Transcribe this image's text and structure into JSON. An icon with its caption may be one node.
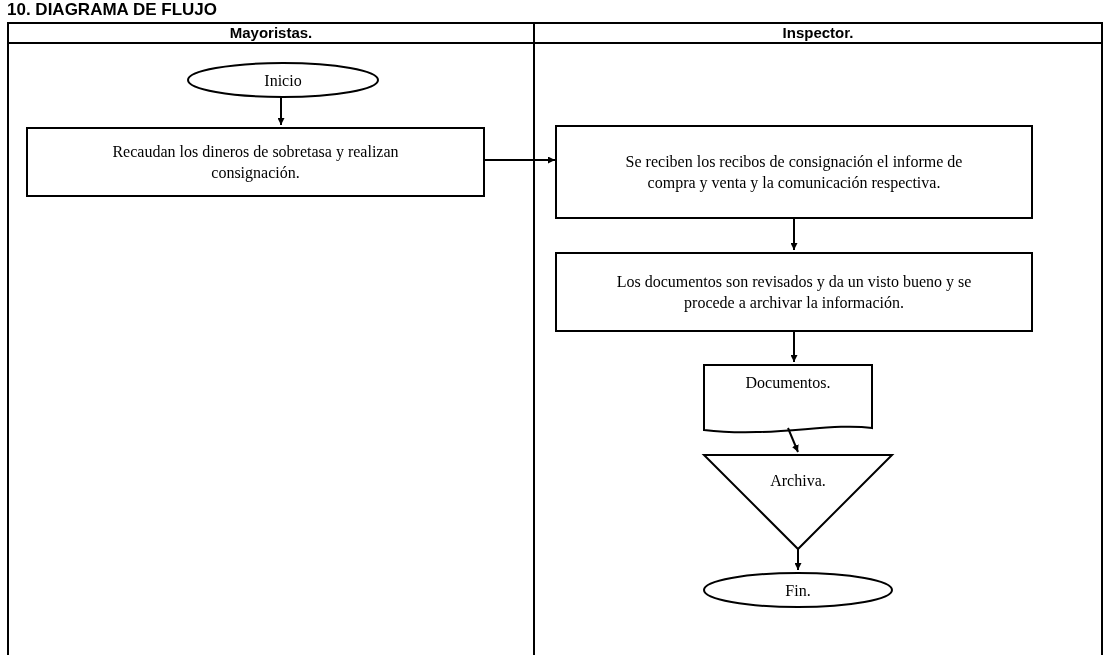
{
  "diagram": {
    "title": "10. DIAGRAMA DE FLUJO",
    "nodes": [
      {
        "text": [
          "Mayoristas."
        ]
      },
      {
        "text": [
          "Inspector."
        ]
      },
      {
        "text": [
          "Inicio"
        ],
        "in": 0
      },
      {
        "text": [
          "Recaudan los dineros de sobretasa y realizan consignación."
        ],
        "in": 0
      },
      {
        "text": [
          "Se reciben los recibos de consignación el informe de compra y venta y la comunicación respectiva."
        ],
        "in": 1
      },
      {
        "text": [
          "Los documentos son revisados y da un visto bueno y se procede a archivar la información."
        ],
        "in": 1
      },
      {
        "text": [
          "Documentos."
        ],
        "in": 1
      },
      {
        "text": [
          "Archiva."
        ],
        "in": 1
      },
      {
        "text": [
          "Fin."
        ],
        "in": 1
      }
    ],
    "edges": [
      {
        "from": 2,
        "to": 3,
        "arrow": "to"
      },
      {
        "from": 3,
        "to": 4,
        "arrow": "to"
      },
      {
        "from": 4,
        "to": 5,
        "arrow": "to"
      },
      {
        "from": 5,
        "to": 6,
        "arrow": "to"
      },
      {
        "from": 6,
        "to": 7,
        "arrow": "to"
      },
      {
        "from": 7,
        "to": 8,
        "arrow": "to"
      }
    ]
  }
}
